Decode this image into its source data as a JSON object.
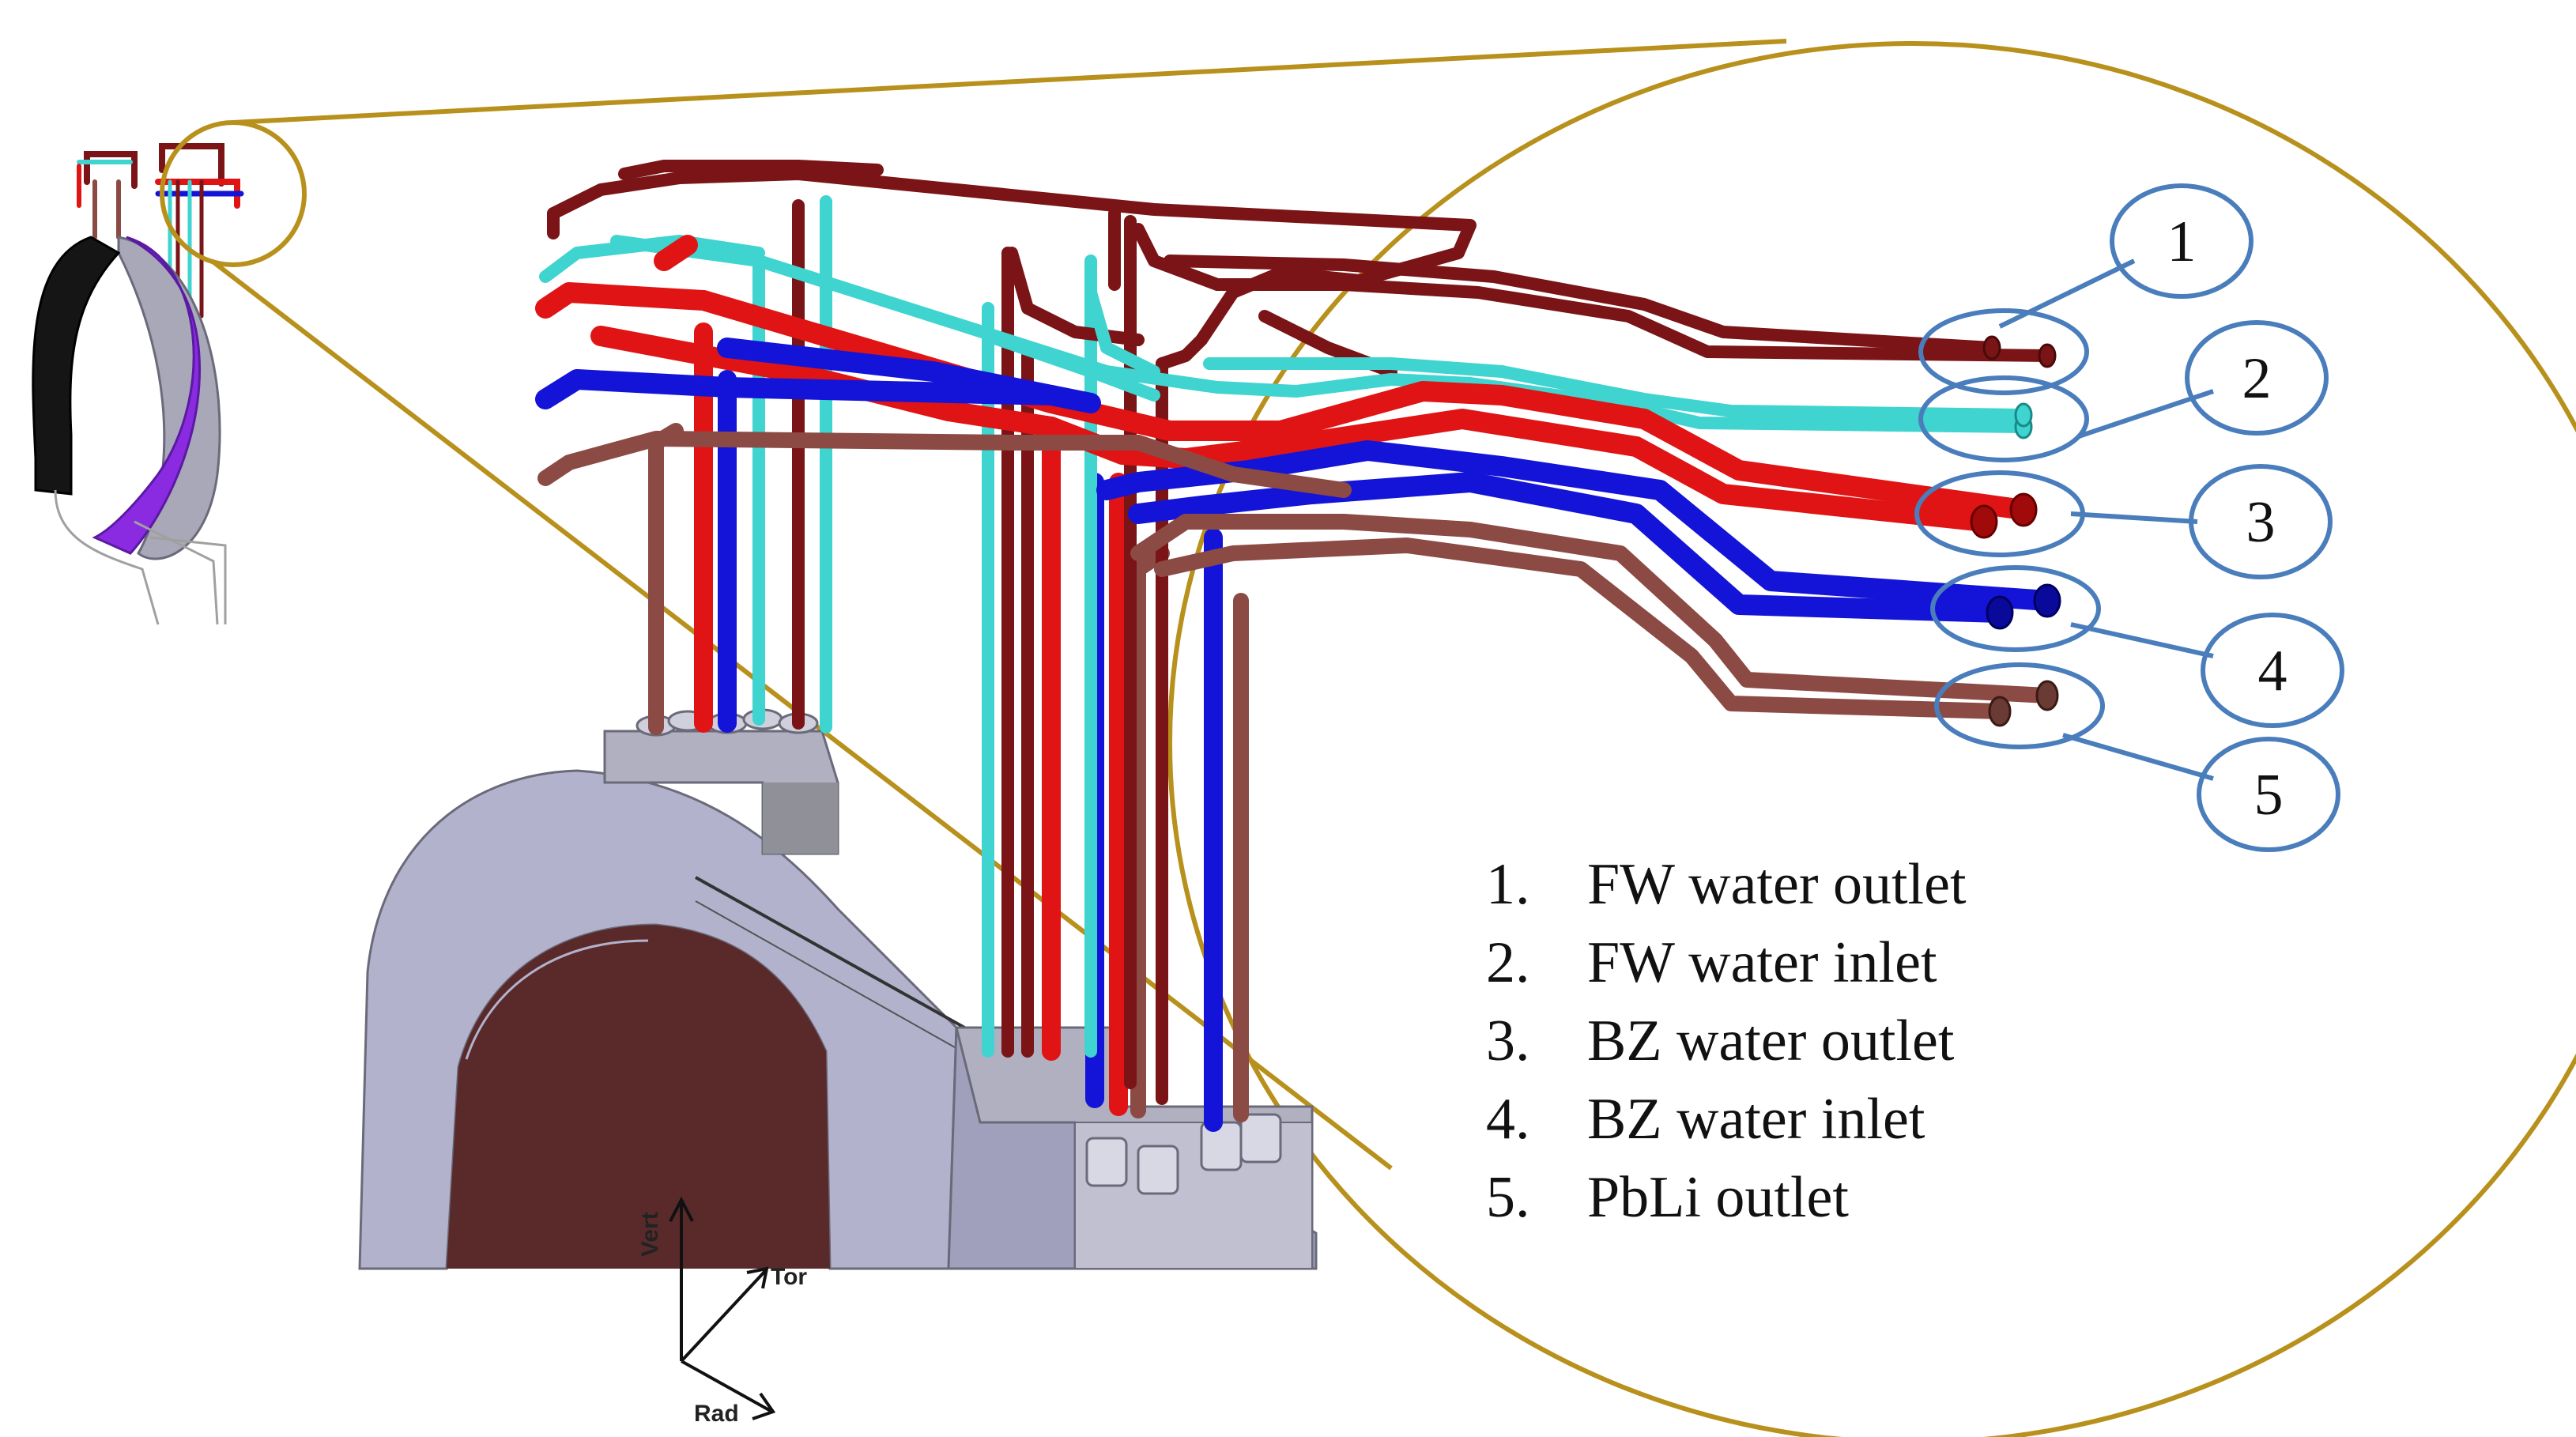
{
  "colors": {
    "zoom_circle": "#b8901c",
    "callout_ellipse": "#4a7dbb",
    "fw_outlet": "#7a1416",
    "fw_inlet": "#3fd4d0",
    "bz_outlet": "#e01414",
    "bz_inlet": "#1414d8",
    "pbli_outlet": "#8c4a44",
    "structure": "#b2b2cc",
    "structure_inner": "#5a2a2a",
    "blanket_black": "#151515",
    "blanket_purple": "#8a2be2"
  },
  "legend": {
    "items": [
      {
        "num": "1.",
        "label": "FW water outlet"
      },
      {
        "num": "2.",
        "label": "FW water inlet"
      },
      {
        "num": "3.",
        "label": "BZ water outlet"
      },
      {
        "num": "4.",
        "label": "BZ water inlet"
      },
      {
        "num": "5.",
        "label": "PbLi outlet"
      }
    ]
  },
  "callouts": [
    "1",
    "2",
    "3",
    "4",
    "5"
  ],
  "axes": {
    "vertical": "Vert",
    "toroidal": "Tor",
    "radial": "Rad"
  }
}
